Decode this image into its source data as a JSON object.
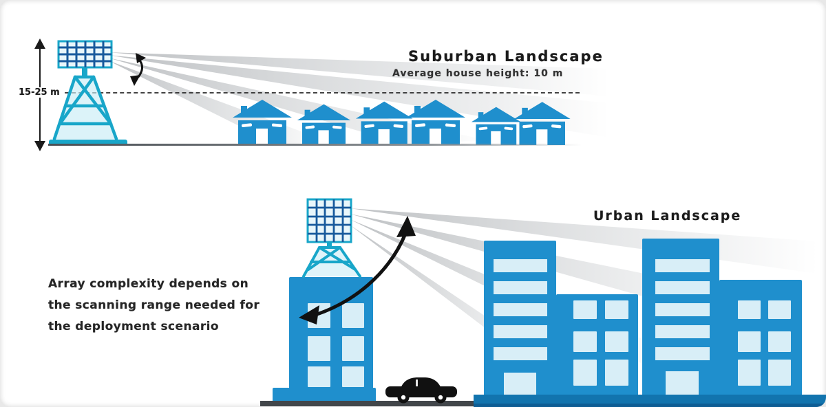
{
  "colors": {
    "building_blue": "#1f8fcd",
    "tower_teal": "#18a6c9",
    "panel_navy": "#17599c",
    "window_light": "#d8eef7",
    "beam_gray": "#8e959b",
    "road_blue": "#1274ae",
    "road_dark": "#0e5d94",
    "ink": "#1b1b1b",
    "background": "#ffffff"
  },
  "suburban": {
    "title": "Suburban Landscape",
    "subtitle": "Average house height: 10 m",
    "tower_height_label": "15-25 m",
    "house_count": 6
  },
  "urban": {
    "title": "Urban Landscape",
    "note": "Array complexity depends on\nthe scanning range needed for\nthe deployment scenario"
  }
}
